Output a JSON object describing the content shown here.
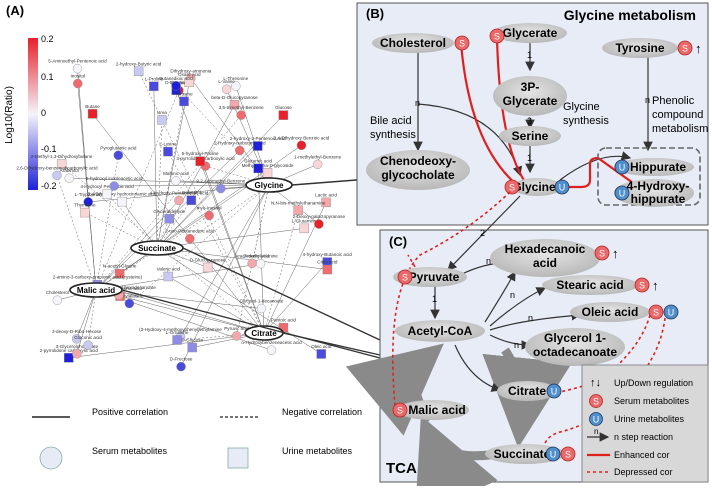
{
  "panel_a": {
    "label": "(A)",
    "colorbar": {
      "title": "Log10(Ratio)",
      "ticks": [
        "0.2",
        "0.1",
        "0",
        "-0.1",
        "-0.2"
      ],
      "colors": {
        "high": "#e8202a",
        "mid": "#f2f2fb",
        "low": "#1f20d8"
      }
    },
    "highlighted_nodes": [
      "Glycine",
      "Succinate",
      "Malic acid",
      "Citrate"
    ],
    "legend": {
      "positive": "Positive correlation",
      "negative": "Negative correlation",
      "serum": "Serum metabolites",
      "urine": "Urine metabolites"
    },
    "small_labels": [
      "2-oxo-Pentanedioic acid",
      "3,4-Dihydroxy hydrocinnamic acid",
      "3-deoxy-D-Ribo-Hexose",
      "L-Lysine",
      "L-Threonine",
      "N-acetyl-Glycine",
      "myo-Inositol",
      "2-pyrrolidone carboxylic acid",
      "L-Tryptophan",
      "4-Hydroxyl Pentanoic acid",
      "2-Hydroxy-isobutyric acid",
      "Lactic acid",
      "3-pyrrolidone carboxylic acid",
      "Methyl-alpha-D-glycoside",
      "3-Glycerolphosphate",
      "N,N-bis-methylethanamine",
      "9,2,4-trimethyl-Benzene",
      "beta-D-Glucopyranose",
      "Pyridine",
      "Valeric acid",
      "1-methylethyl-Benzene",
      "Galactitol",
      "4-Hydroxy-Pentanedioic acid",
      "Valeryl-propionic acid",
      "phenylalanine",
      "Oleic acid",
      "2-methyl-Alanine",
      "2-Methyl-1,3-Dihydroxybutane",
      "5-hydroxyl indoleacetic acid",
      "2-hydroxy-2-Pentenoic acid",
      "2,6-Dihydroxy-benzenedicarboxylic acid",
      "D-Mannitol",
      "(3-Hydroxy-4-methoxyphenyl)ethylamine",
      "Tyrosine",
      "3,4-Dihydroxy Benzoic acid",
      "2-amino-3-carboxy-propionic acid (cysteine)",
      "Pyruvic acid",
      "Glucose",
      "5-Aminoethyl-Pentenoic acid",
      "Pantoic acid",
      "Dihydroxy-ammonia",
      "Oxalic acid",
      "Pyroglutamic acid",
      "Butane",
      "L-Valine",
      "Thymidine",
      "Cholesterol",
      "Glutamic acid",
      "Arachidonic acid",
      "L-Proline",
      "Inositol",
      "2-hydroxy-Butyric acid",
      "Malonic acid",
      "L-Glutamine",
      "Gluconic acid",
      "D-Glucose",
      "D-Fructose",
      "Glyceraldehyde",
      "o-Hydroxybenzeneacetic acid",
      "4-hydroxy-Butanoic acid",
      "Butanedioic acid",
      "D-Glucopyranose",
      "Glycerol-1-decanoate",
      "L-Ornithine",
      "Arabinitol",
      "Citric acid",
      "3,5-trimethyl-Benzene",
      "5-hydroxyl-Proline",
      "2-Deoxy-galactopyranose",
      "Urea",
      "2,3-Dihydroxypropyl hexadecanoate"
    ]
  },
  "panel_b": {
    "label": "(B)",
    "title": "Glycine metabolism",
    "nodes": {
      "cholesterol": "Cholesterol",
      "glycerate": "Glycerate",
      "tyrosine": "Tyrosine",
      "pg3": [
        "3P-",
        "Glycerate"
      ],
      "serine": "Serine",
      "chenodeoxy": [
        "Chenodeoxy-",
        "glycocholate"
      ],
      "glycine": "Glycine",
      "hippurate": "Hippurate",
      "hydroxyhippurate": [
        "4-Hydroxy-",
        "hippurate"
      ]
    },
    "annotations": {
      "bile": [
        "Bile acid",
        "synthesis"
      ],
      "glycine_syn": [
        "Glycine",
        "synthesis"
      ],
      "phenolic": [
        "Phenolic",
        "compound",
        "metabolism"
      ]
    },
    "step_labels": {
      "n1": "n",
      "one_a": "1",
      "three": "3",
      "one_b": "1",
      "n2": "n",
      "two": "2"
    }
  },
  "panel_c": {
    "label": "(C)",
    "title": "TCA cycle",
    "nodes": {
      "hexadecanoic": [
        "Hexadecanoic",
        "acid"
      ],
      "pyruvate": "Pyruvate",
      "stearic": "Stearic acid",
      "acetylcoa": "Acetyl-CoA",
      "oleic": "Oleic acid",
      "glycerol": [
        "Glycerol 1-",
        "octadecanoate"
      ],
      "citrate": "Citrate",
      "malic": "Malic acid",
      "succinate": "Succinate"
    },
    "step_labels": {
      "n_hex": "n",
      "n_ste": "n",
      "n_ole": "n",
      "n_gly": "n",
      "one": "1"
    }
  },
  "badges": {
    "serum": "S",
    "urine": "U",
    "up": "↑",
    "updown": "↑↓"
  },
  "legend_c": {
    "updown": "Up/Down regulation",
    "serum": "Serum metabolites",
    "urine": "Urine metabolites",
    "nstep": "n step reaction",
    "nstep_symbol": "n",
    "enhanced": "Enhanced cor",
    "depressed": "Depressed cor"
  },
  "colors": {
    "panel_bg": "#e7ecf6",
    "node_fill": "#c9c9c9",
    "serum_badge": "#e86a6a",
    "urine_badge": "#4f8fcd",
    "enhanced": "#e0201e",
    "depressed": "#e0201e",
    "legend_bg": "#d8d8d8"
  }
}
